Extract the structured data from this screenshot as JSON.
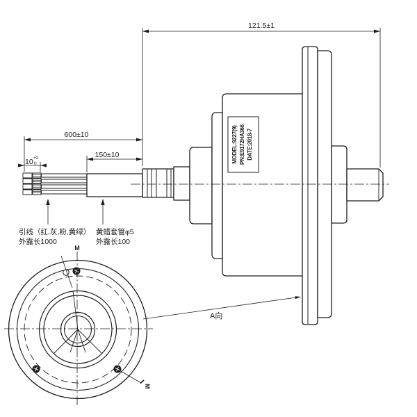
{
  "drawing_type": "motor outline engineering drawing",
  "dims": {
    "overall": "121.5±1",
    "lead": "600±10",
    "sleeve": "150±10",
    "strip_nominal": "10",
    "strip_tol_plus": "+2",
    "strip_tol_minus": "0"
  },
  "notes": {
    "leads_line1": "引线（红,灰,粉,黄绿）",
    "leads_line2": "外露长1000",
    "sleeve_line1": "黄蜡套管φ5",
    "sleeve_line2": "外露长100"
  },
  "labels": {
    "view": "A向",
    "section_top": "M",
    "section_bottom": "M"
  },
  "nameplate": {
    "line1": "MODEL:9227(9)",
    "line2": "PN:E9172HA366",
    "line3": "DATE:2018-7"
  },
  "colors": {
    "line": "#1c1c1c",
    "background": "#ffffff"
  }
}
